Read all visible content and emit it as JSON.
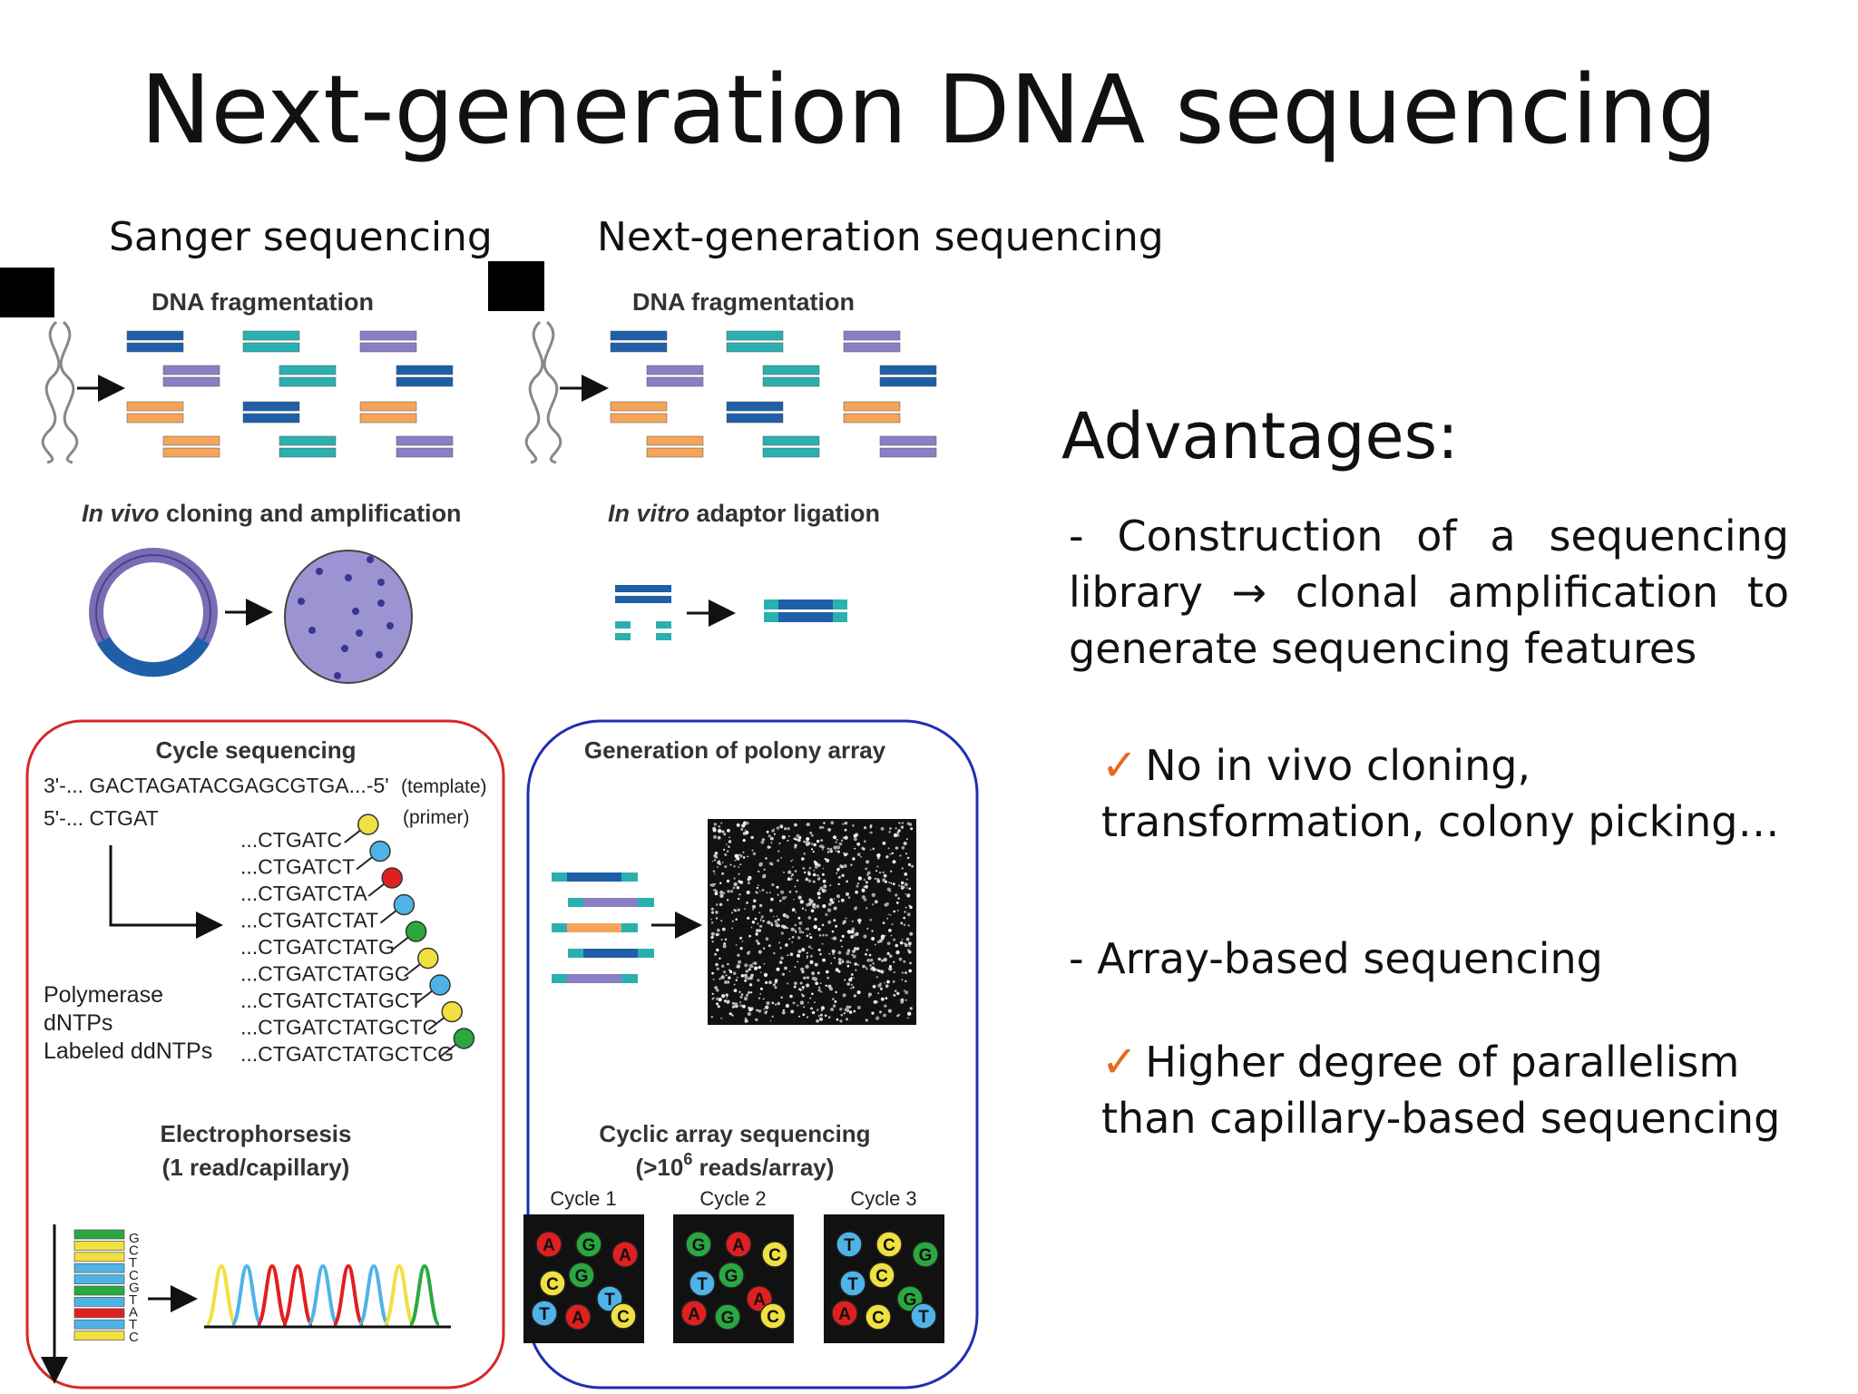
{
  "slide": {
    "title": "Next-generation DNA sequencing"
  },
  "columns": {
    "sanger_label": "Sanger sequencing",
    "ngs_label": "Next-generation sequencing"
  },
  "figure": {
    "dna_fragmentation": "DNA fragmentation",
    "in_vivo_em": "In vivo",
    "in_vivo_rest": " cloning and amplification",
    "in_vitro_em": "In vitro",
    "in_vitro_rest": " adaptor ligation",
    "cycle_sequencing": "Cycle sequencing",
    "template_seq": "3'-...  GACTAGATACGAGCGTGA...-5'",
    "template_note": "(template)",
    "primer_seq": "5'-...  CTGAT",
    "primer_note": "(primer)",
    "extension_products": [
      "...CTGATC",
      "...CTGATCT",
      "...CTGATCTA",
      "...CTGATCTAT",
      "...CTGATCTATG",
      "...CTGATCTATGC",
      "...CTGATCTATGCT",
      "...CTGATCTATGCTC",
      "...CTGATCTATGCTCG"
    ],
    "reagents": [
      "Polymerase",
      "dNTPs",
      "Labeled ddNTPs"
    ],
    "electrophoresis_1": "Electrophorsesis",
    "electrophoresis_2": "(1 read/capillary)",
    "gel_letters": [
      "G",
      "C",
      "T",
      "C",
      "G",
      "T",
      "A",
      "T",
      "C"
    ],
    "polony_array": "Generation of polony array",
    "cyclic_array_1": "Cyclic array sequencing",
    "cyclic_array_2_pre": "(>10",
    "cyclic_array_2_sup": "6",
    "cyclic_array_2_post": " reads/array)",
    "cycles": [
      {
        "label": "Cycle 1",
        "beads": [
          "A",
          "G",
          "A",
          "C",
          "G",
          "T",
          "T",
          "A",
          "C"
        ]
      },
      {
        "label": "Cycle 2",
        "beads": [
          "G",
          "A",
          "C",
          "T",
          "G",
          "A",
          "A",
          "G",
          "C"
        ]
      },
      {
        "label": "Cycle 3",
        "beads": [
          "T",
          "C",
          "G",
          "T",
          "C",
          "G",
          "A",
          "C",
          "T"
        ]
      }
    ]
  },
  "advantages": {
    "heading": "Advantages:",
    "point1_pre": "-   Construction   of   a   sequencing library  ",
    "point1_arrow": "→",
    "point1_post": "  clonal  amplification  to generate sequencing features",
    "check1": "No in vivo cloning,",
    "check1_line2": "transformation, colony picking…",
    "point2": "- Array-based sequencing",
    "check2": "Higher degree of parallelism",
    "check2_line2": "than capillary-based sequencing",
    "check_mark": "✓"
  },
  "colors": {
    "dark_blue": "#1f5fa8",
    "teal": "#2bb0b0",
    "lavender": "#8a7fc4",
    "orange": "#f4a55a",
    "sanger_box": "#d62828",
    "ngs_box": "#1f2fb0",
    "check": "#e8691e",
    "A": "#e02020",
    "C": "#f0e040",
    "G": "#2aa840",
    "T": "#4fb3e8"
  }
}
